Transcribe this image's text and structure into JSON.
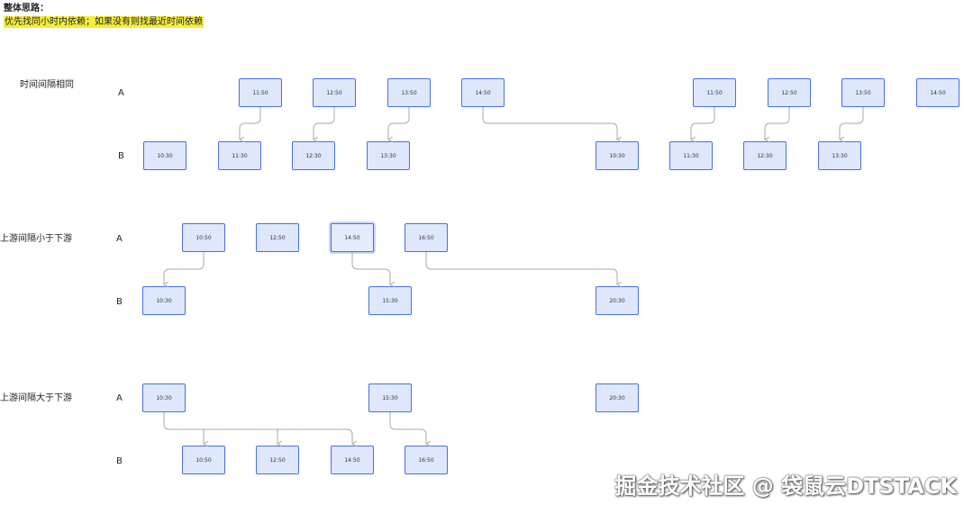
{
  "header": {
    "title": "整体思路：",
    "note": "优先找同小时内依赖；如果没有则找最近时间依赖",
    "note_highlight_color": "#f4ed3a"
  },
  "colors": {
    "node_fill": "#dfe7fc",
    "node_border": "#4a6ee0",
    "edge": "#a9a9a9"
  },
  "scenarios": [
    {
      "label": "时间间隔相同",
      "row_a_label": "A",
      "row_b_label": "B",
      "a_nodes": [
        "11:50",
        "12:50",
        "13:50",
        "14:50",
        "11:50",
        "12:50",
        "13:50",
        "14:50"
      ],
      "b_nodes": [
        "10:30",
        "11:30",
        "12:30",
        "13:30",
        "10:30",
        "11:30",
        "12:30",
        "13:30"
      ]
    },
    {
      "label": "上游间隔小于下游",
      "row_a_label": "A",
      "row_b_label": "B",
      "a_nodes": [
        "10:50",
        "12:50",
        "14:50",
        "16:50"
      ],
      "b_nodes": [
        "10:30",
        "15:30",
        "20:30"
      ]
    },
    {
      "label": "上游间隔大于下游",
      "row_a_label": "A",
      "row_b_label": "B",
      "a_nodes": [
        "10:30",
        "15:30",
        "20:30"
      ],
      "b_nodes": [
        "10:50",
        "12:50",
        "14:50",
        "16:50"
      ]
    }
  ],
  "watermark": "掘金技术社区 @ 袋鼠云DTSTACK"
}
